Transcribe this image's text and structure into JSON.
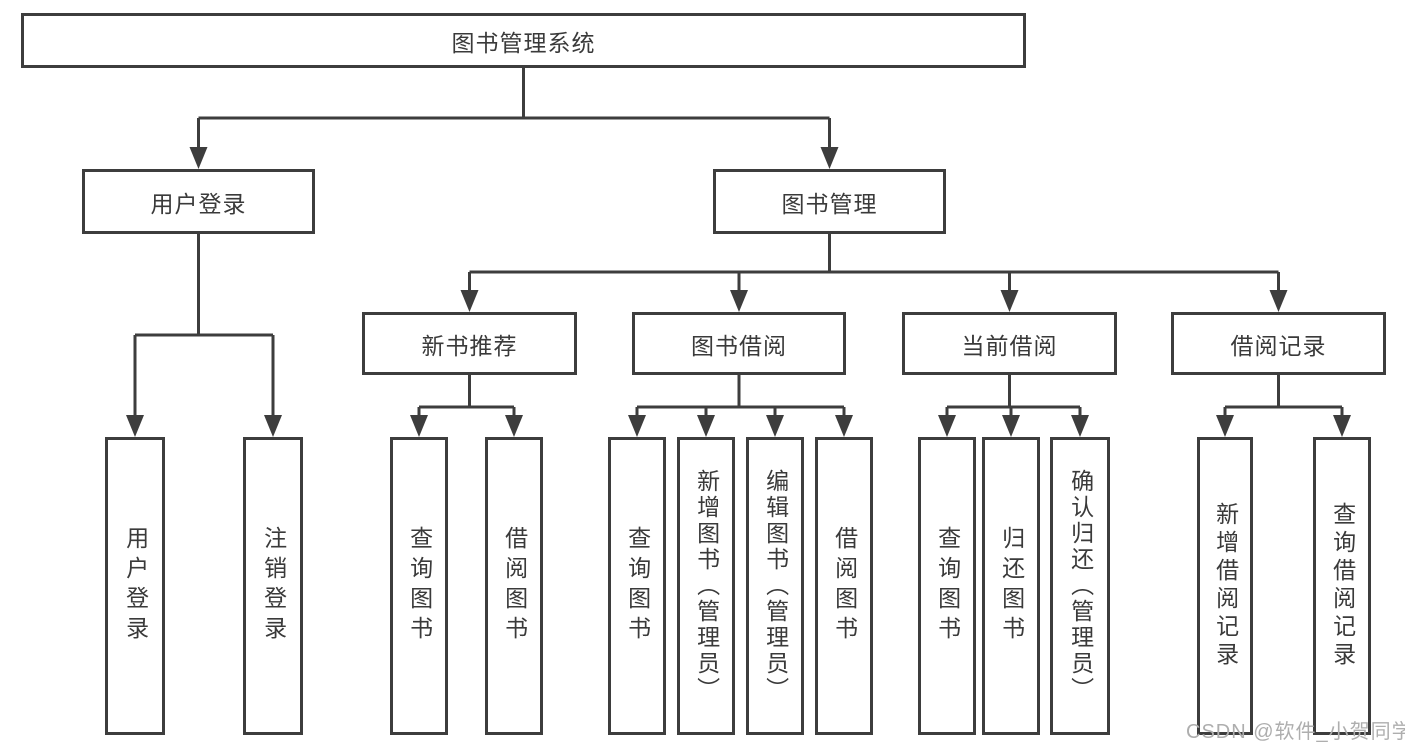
{
  "diagram": {
    "title": "图书管理系统",
    "tree": {
      "root": {
        "label": "图书管理系统",
        "children": [
          {
            "label": "用户登录",
            "children": [
              {
                "label": "用户登录"
              },
              {
                "label": "注销登录"
              }
            ]
          },
          {
            "label": "图书管理",
            "children": [
              {
                "label": "新书推荐",
                "children": [
                  {
                    "label": "查询图书"
                  },
                  {
                    "label": "借阅图书"
                  }
                ]
              },
              {
                "label": "图书借阅",
                "children": [
                  {
                    "label": "查询图书"
                  },
                  {
                    "label": "新增图书（管理员）"
                  },
                  {
                    "label": "编辑图书（管理员）"
                  },
                  {
                    "label": "借阅图书"
                  }
                ]
              },
              {
                "label": "当前借阅",
                "children": [
                  {
                    "label": "查询图书"
                  },
                  {
                    "label": "归还图书"
                  },
                  {
                    "label": "确认归还（管理员）"
                  }
                ]
              },
              {
                "label": "借阅记录",
                "children": [
                  {
                    "label": "新增借阅记录"
                  },
                  {
                    "label": "查询借阅记录"
                  }
                ]
              }
            ]
          }
        ]
      }
    },
    "colors": {
      "line": "#3d3d3d",
      "text": "#3a3a3a",
      "background": "#ffffff",
      "watermark": "#aeaeae"
    }
  },
  "watermark": {
    "text": "CSDN @软件_小贺同学"
  }
}
